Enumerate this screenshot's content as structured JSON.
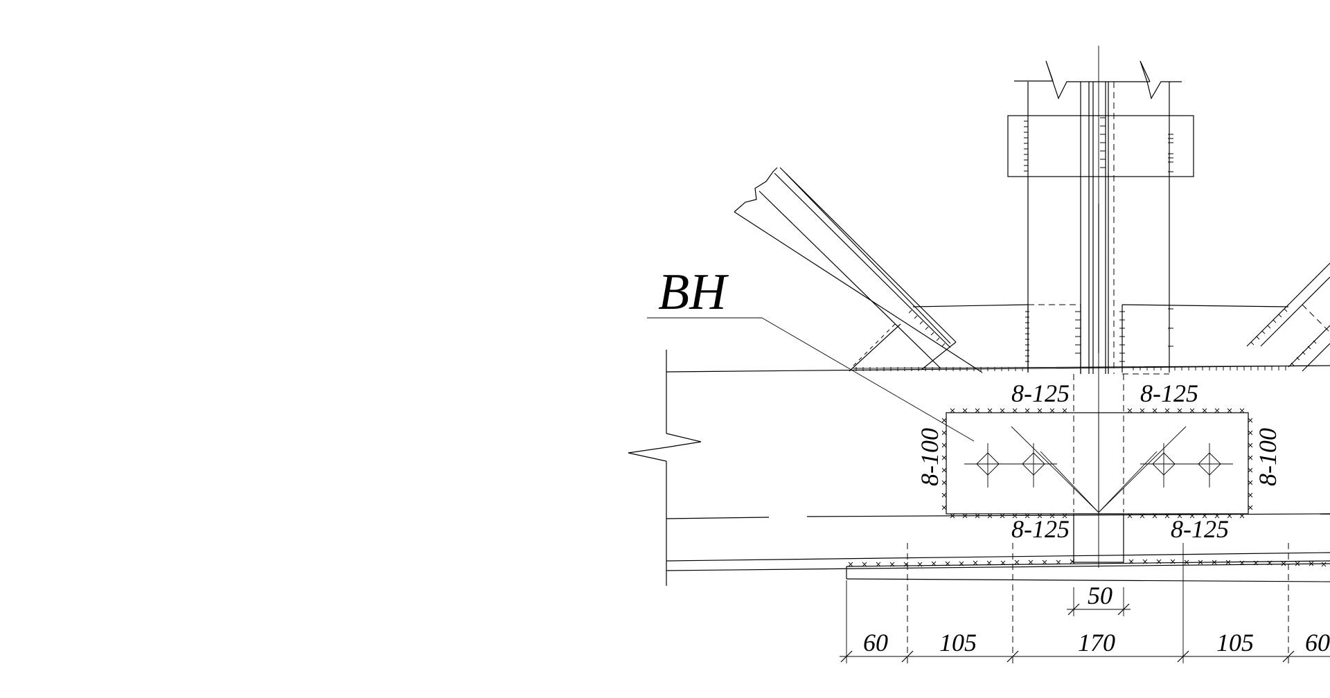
{
  "drawing": {
    "mark_label": "BH",
    "weld_labels": {
      "top_left": "8-125",
      "top_right": "8-125",
      "bottom_left": "8-125",
      "bottom_right": "8-125",
      "side_left": "8-100",
      "side_right": "8-100"
    },
    "dimensions": {
      "gap": "50",
      "d1": "60",
      "d2": "105",
      "d3": "170",
      "d4": "105",
      "d5": "60"
    }
  }
}
